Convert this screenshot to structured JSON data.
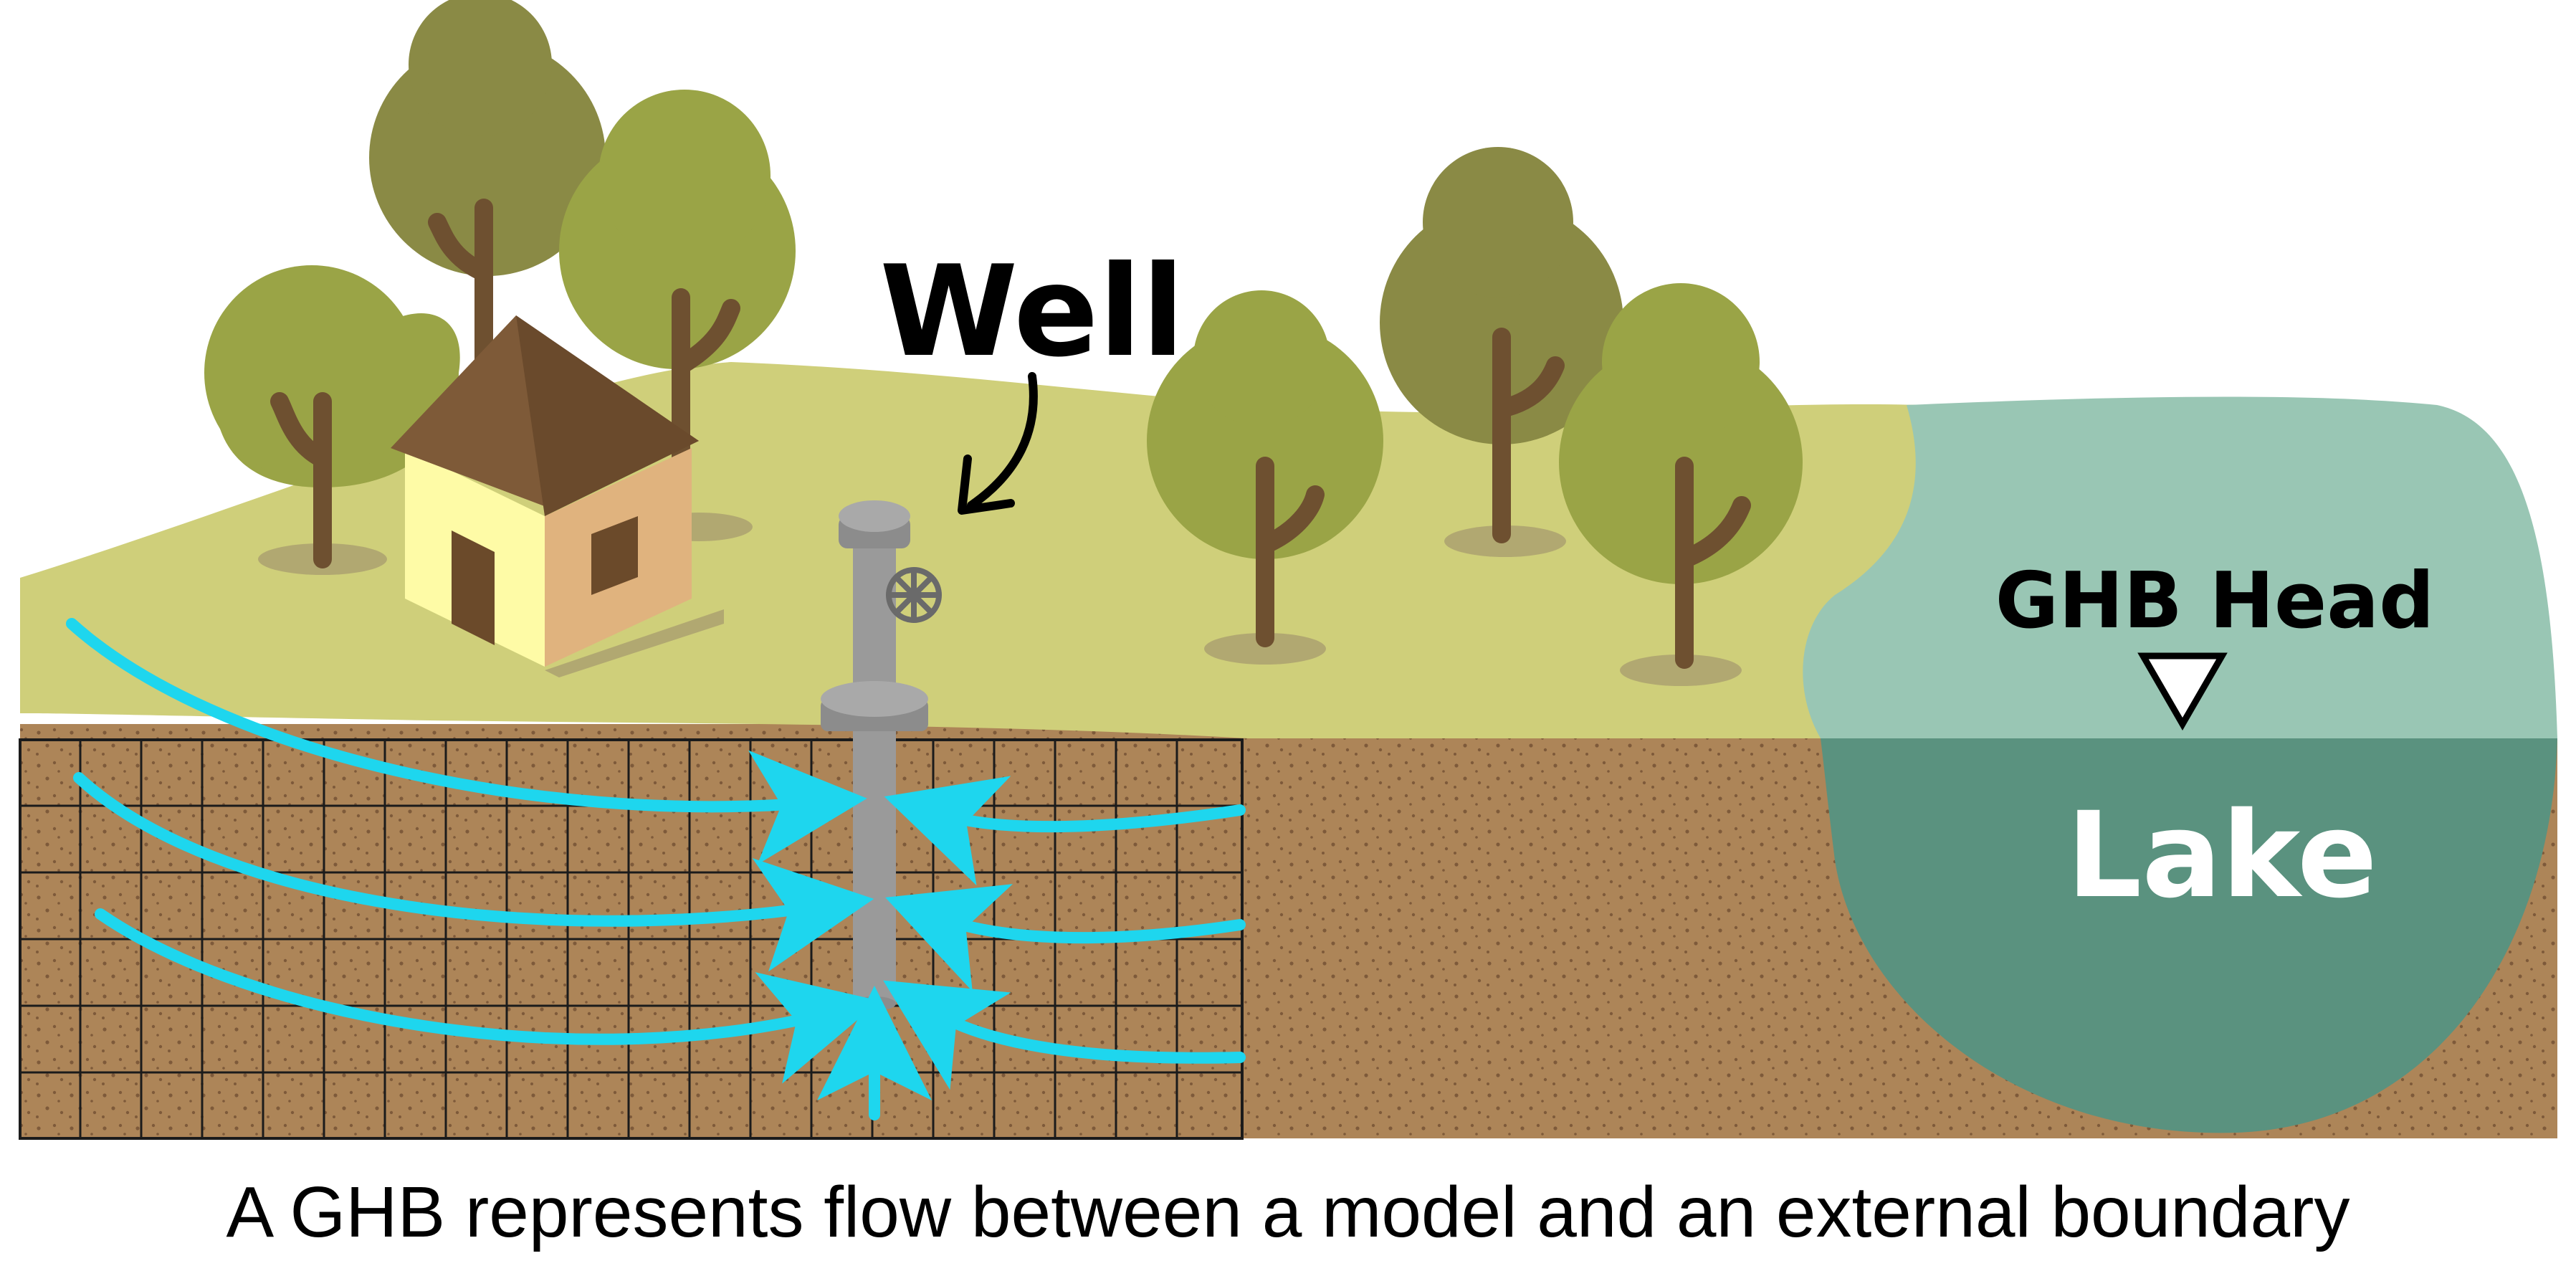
{
  "labels": {
    "well": "Well",
    "ghb_head": "GHB Head",
    "lake": "Lake",
    "caption": "A GHB represents flow between a model and an external boundary"
  },
  "colors": {
    "ground_surface": "#cfcf7a",
    "soil": "#ad8558",
    "soil_dots": "#7e5a3a",
    "lake_upper": "#99c6b4",
    "lake_lower": "#5a927f",
    "flow_arrow": "#1ed6ee",
    "well_gray": "#9a9a9a",
    "tree_dark": "#8a8a45",
    "tree_light": "#9aa446",
    "trunk": "#6e5030",
    "house_wall_front": "#fefba6",
    "house_wall_side": "#e0b37e",
    "house_roof": "#7e5a38",
    "label_dark": "#000000",
    "label_light": "#ffffff"
  },
  "icons": [
    "tree-icon",
    "house-icon",
    "well-icon",
    "valve-wheel-icon",
    "water-level-triangle-icon",
    "flow-arrow-icon"
  ]
}
